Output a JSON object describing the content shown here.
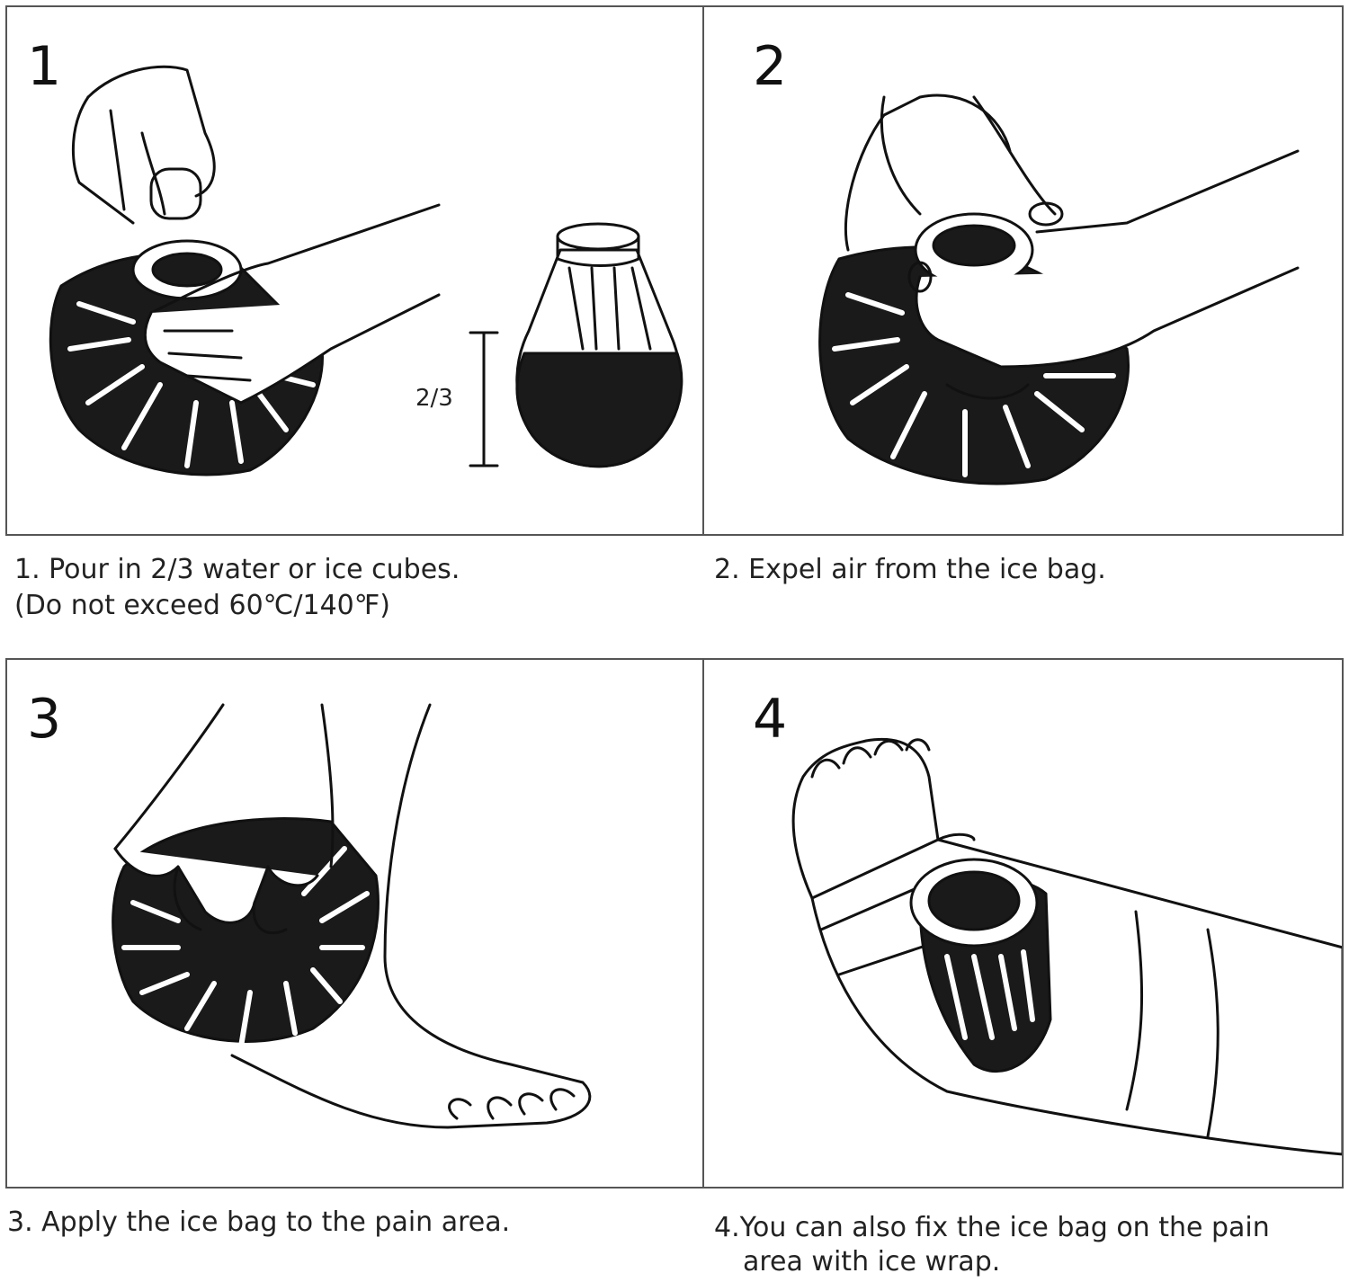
{
  "steps": [
    {
      "number": "1",
      "caption_line1": "1. Pour in 2/3 water or ice cubes.",
      "caption_line2": " (Do not exceed 60℃/140℉)"
    },
    {
      "number": "2",
      "caption_line1": "2. Expel air from the ice bag."
    },
    {
      "number": "3",
      "caption_line1": "3. Apply the ice bag to the pain area."
    },
    {
      "number": "4",
      "caption_line1": "4.You can also fix the ice bag on the pain",
      "caption_line2": "area with ice wrap."
    }
  ],
  "fill_marker": "2/3",
  "colors": {
    "border": "#555555",
    "fill": "#1a1a1a",
    "stroke": "#111111"
  }
}
